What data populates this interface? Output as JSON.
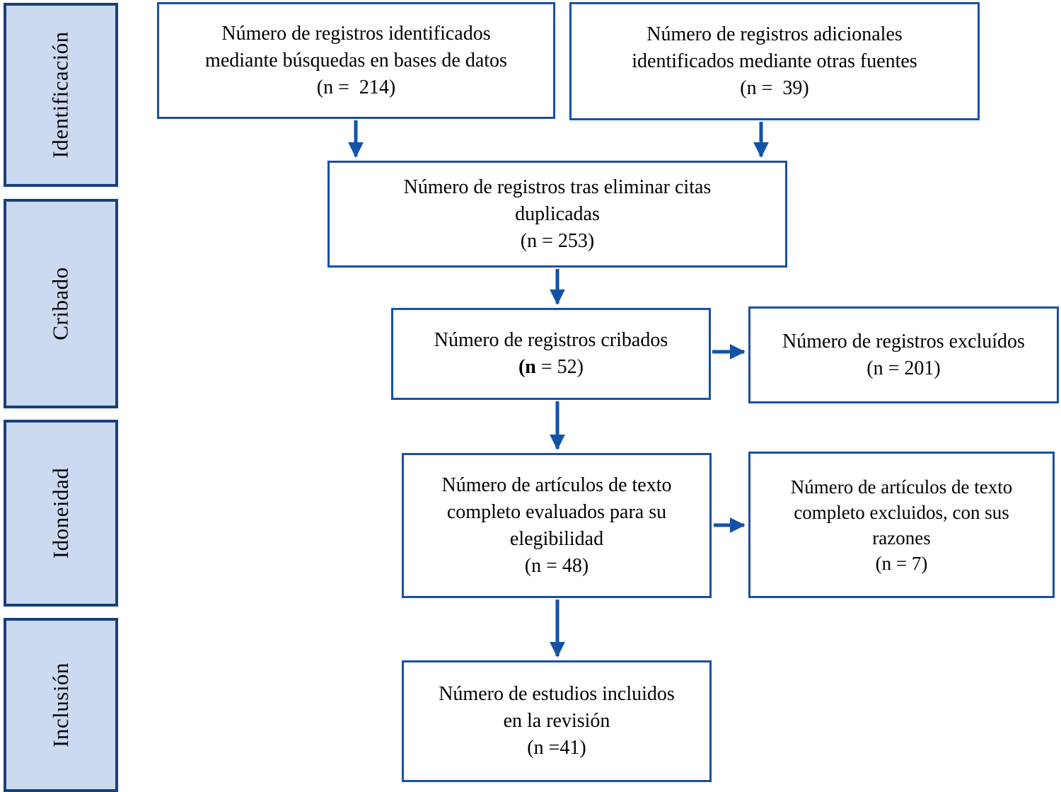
{
  "palette": {
    "box_border": "#1950A5",
    "sidebar_border": "#16417B",
    "sidebar_fill": "#CBD9F1",
    "arrow": "#1253A8",
    "text": "#000000",
    "background": "#FFFFFF"
  },
  "sidebar": {
    "stages": [
      {
        "label": "Identificación"
      },
      {
        "label": "Cribado"
      },
      {
        "label": "Idoneidad"
      },
      {
        "label": "Inclusión"
      }
    ]
  },
  "flow": {
    "identified_databases": {
      "lines": [
        "Número de registros identificados",
        "mediante búsquedas en bases de datos",
        "(n =  214)"
      ]
    },
    "identified_other_sources": {
      "lines": [
        "Número de registros adicionales",
        "identificados mediante otras fuentes",
        "(n =  39)"
      ]
    },
    "after_duplicates_removed": {
      "lines": [
        "Número de registros tras eliminar citas",
        "duplicadas",
        "(n = 253)"
      ]
    },
    "records_screened": {
      "title": "Número de registros cribados",
      "n_bold": "(n",
      "n_rest": " = 52)"
    },
    "records_excluded": {
      "lines": [
        "Número de registros excluídos",
        "(n = 201)"
      ]
    },
    "fulltext_assessed": {
      "lines": [
        "Número de artículos de texto",
        "completo evaluados para su",
        "elegibilidad",
        "(n = 48)"
      ]
    },
    "fulltext_excluded": {
      "lines": [
        "Número de artículos de texto",
        "completo excluidos, con sus",
        "razones",
        "(n = 7)"
      ]
    },
    "studies_included": {
      "lines": [
        "Número de estudios incluidos",
        "en la revisión",
        "(n =41)"
      ]
    }
  }
}
